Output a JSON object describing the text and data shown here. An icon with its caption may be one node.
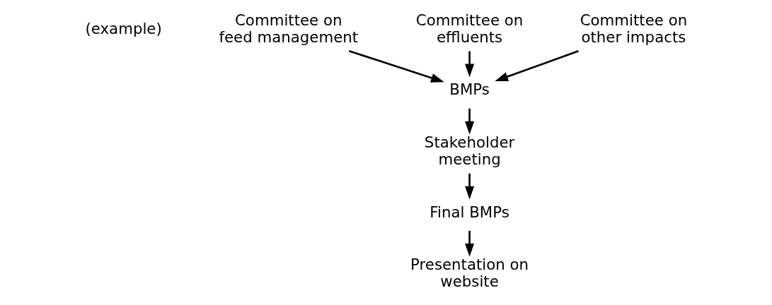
{
  "diagram": {
    "nodes": [
      {
        "text": [
          "Committee on feed management"
        ]
      },
      {
        "text": [
          "Committee on effluents"
        ]
      },
      {
        "text": [
          "Committee on other impacts"
        ]
      },
      {
        "text": [
          "BMPs"
        ]
      },
      {
        "text": [
          "Stakeholder meeting"
        ]
      },
      {
        "text": [
          "Final BMPs"
        ]
      },
      {
        "text": [
          "Presentation on website"
        ]
      }
    ],
    "edges": [
      {
        "from": 0,
        "to": 3,
        "arrow": "to"
      },
      {
        "from": 1,
        "to": 3,
        "arrow": "to"
      },
      {
        "from": 2,
        "to": 3,
        "arrow": "to"
      },
      {
        "from": 3,
        "to": 4,
        "arrow": "to"
      },
      {
        "from": 4,
        "to": 5,
        "arrow": "to"
      },
      {
        "from": 5,
        "to": 6,
        "arrow": "to"
      }
    ],
    "labels": [
      "(example)"
    ]
  }
}
